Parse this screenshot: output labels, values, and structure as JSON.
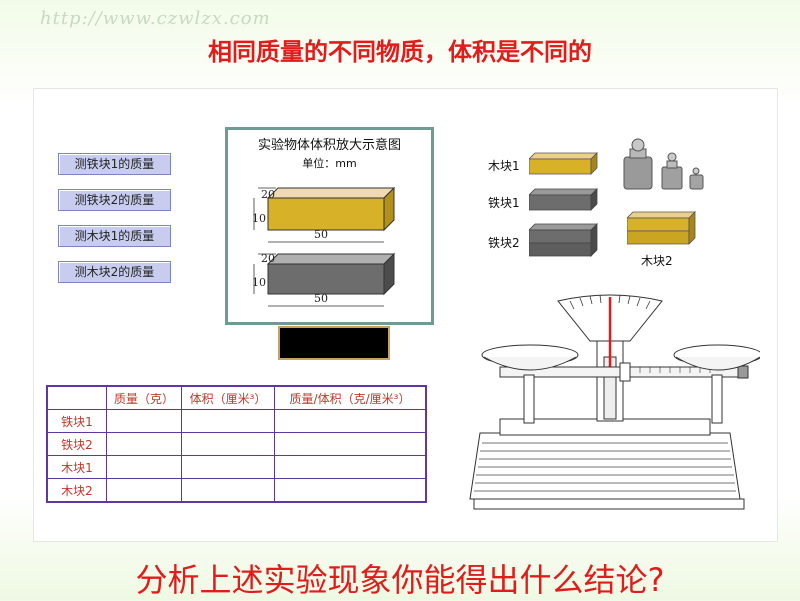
{
  "watermark": "http://www.czwlzx.com",
  "title": "相同质量的不同物质，体积是不同的",
  "buttons": [
    "测铁块1的质量",
    "测铁块2的质量",
    "测木块1的质量",
    "测木块2的质量"
  ],
  "diagram": {
    "title": "实验物体体积放大示意图",
    "unit": "单位：mm",
    "top_block": {
      "h": "20",
      "w": "10",
      "l": "50"
    },
    "bottom_block": {
      "h": "20",
      "w": "10",
      "l": "50"
    }
  },
  "samples": {
    "wood1": "木块1",
    "iron1": "铁块1",
    "iron2": "铁块2",
    "wood2": "木块2"
  },
  "table": {
    "headers": [
      "",
      "质量（克）",
      "体积（厘米³）",
      "质量/体积（克/厘米³）"
    ],
    "rows": [
      "铁块1",
      "铁块2",
      "木块1",
      "木块2"
    ]
  },
  "conclusion": "分析上述实验现象你能得出什么结论?",
  "colors": {
    "title_red": "#e21b1b",
    "wood": "#d8b43a",
    "iron": "#6d6d6d",
    "table_border": "#5f36a6"
  }
}
